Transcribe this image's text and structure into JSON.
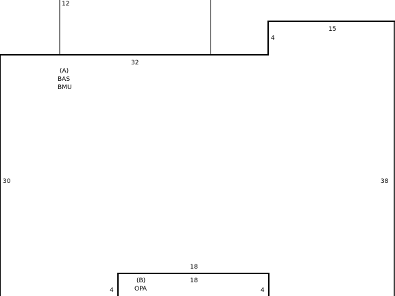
{
  "colors": {
    "line": "#000000",
    "background": "#ffffff"
  },
  "dimensions": {
    "top_left_12": "12",
    "top_step_15": "15",
    "step_4": "4",
    "main_top_32": "32",
    "left_30": "30",
    "right_38": "38",
    "bottom_outer_18": "18",
    "bottom_inner_18": "18",
    "bottom_left_4": "4",
    "bottom_right_4": "4"
  },
  "area_a": {
    "id": "(A)",
    "line1": "BAS",
    "line2": "BMU"
  },
  "area_b": {
    "id": "(B)",
    "line1": "OPA"
  }
}
